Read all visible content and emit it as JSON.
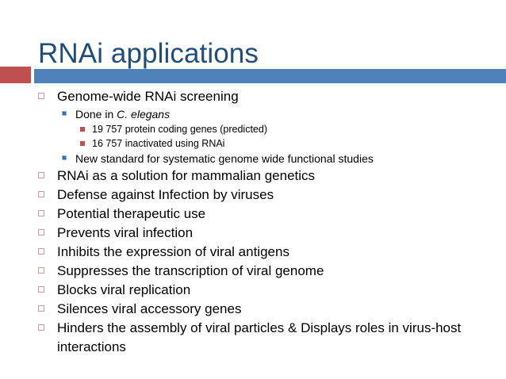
{
  "slide": {
    "title": "RNAi applications",
    "colors": {
      "title": "#1F4E79",
      "accent_red": "#C0504D",
      "accent_blue": "#4F81BD",
      "bullet_level1": "#D99694",
      "bullet_level2": "#2E74B5",
      "bullet_level3": "#C0504D",
      "body_text": "#000000",
      "background": "#FFFFFF"
    },
    "bullets": [
      {
        "level": 1,
        "text": "Genome-wide RNAi screening",
        "marker": "hollow-red-square-bullet"
      },
      {
        "level": 2,
        "text": "Done in ",
        "italic_text": "C. elegans",
        "marker": "blue-square-bullet"
      },
      {
        "level": 3,
        "text": "19 757 protein coding genes (predicted)",
        "marker": "solid-red-square-bullet"
      },
      {
        "level": 3,
        "text": "16 757 inactivated using RNAi",
        "marker": "solid-red-square-bullet"
      },
      {
        "level": 2,
        "text": "New standard for systematic genome wide functional studies",
        "marker": "blue-square-bullet"
      },
      {
        "level": 1,
        "text": "RNAi as a solution for mammalian genetics",
        "marker": "hollow-red-square-bullet"
      },
      {
        "level": 1,
        "text": "Defense against Infection by viruses",
        "marker": "hollow-red-square-bullet"
      },
      {
        "level": 1,
        "text": "Potential therapeutic use",
        "marker": "hollow-red-square-bullet"
      },
      {
        "level": 1,
        "text": "Prevents viral infection",
        "marker": "hollow-red-square-bullet"
      },
      {
        "level": 1,
        "text": "Inhibits the expression of viral antigens",
        "marker": "hollow-red-square-bullet"
      },
      {
        "level": 1,
        "text": "Suppresses the transcription of viral genome",
        "marker": "hollow-red-square-bullet"
      },
      {
        "level": 1,
        "text": "Blocks viral replication",
        "marker": "hollow-red-square-bullet"
      },
      {
        "level": 1,
        "text": "Silences viral accessory genes",
        "marker": "hollow-red-square-bullet"
      },
      {
        "level": 1,
        "text": " Hinders the assembly of viral particles & Displays roles in virus-host interactions",
        "marker": "hollow-red-square-bullet"
      }
    ]
  }
}
